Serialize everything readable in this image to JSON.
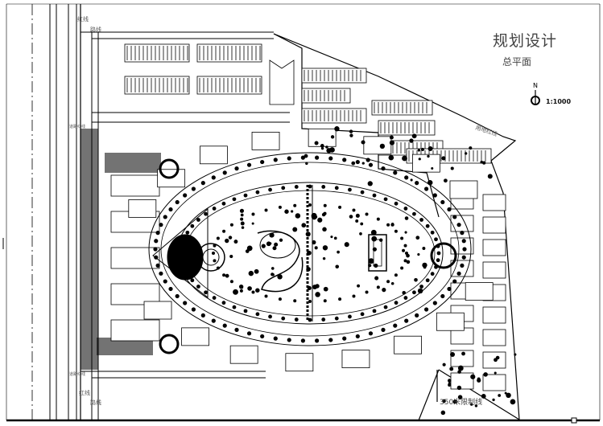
{
  "title": "规划设计",
  "subtitle": "总平面",
  "north_arrow": {
    "letter": "N",
    "scale": "1:1000"
  },
  "labels": {
    "red_line_top": "红线",
    "road_line_top": "路线",
    "road_red_line_left_upper": "道路红线",
    "road_red_line_left_lower": "道路红线",
    "red_line_bottom": "红线",
    "road_line_bottom": "路线",
    "site_boundary": "用地红线",
    "limit_line": "350米限制线"
  },
  "colors": {
    "ink": "#000000",
    "paper": "#ffffff",
    "text": "#444444"
  }
}
